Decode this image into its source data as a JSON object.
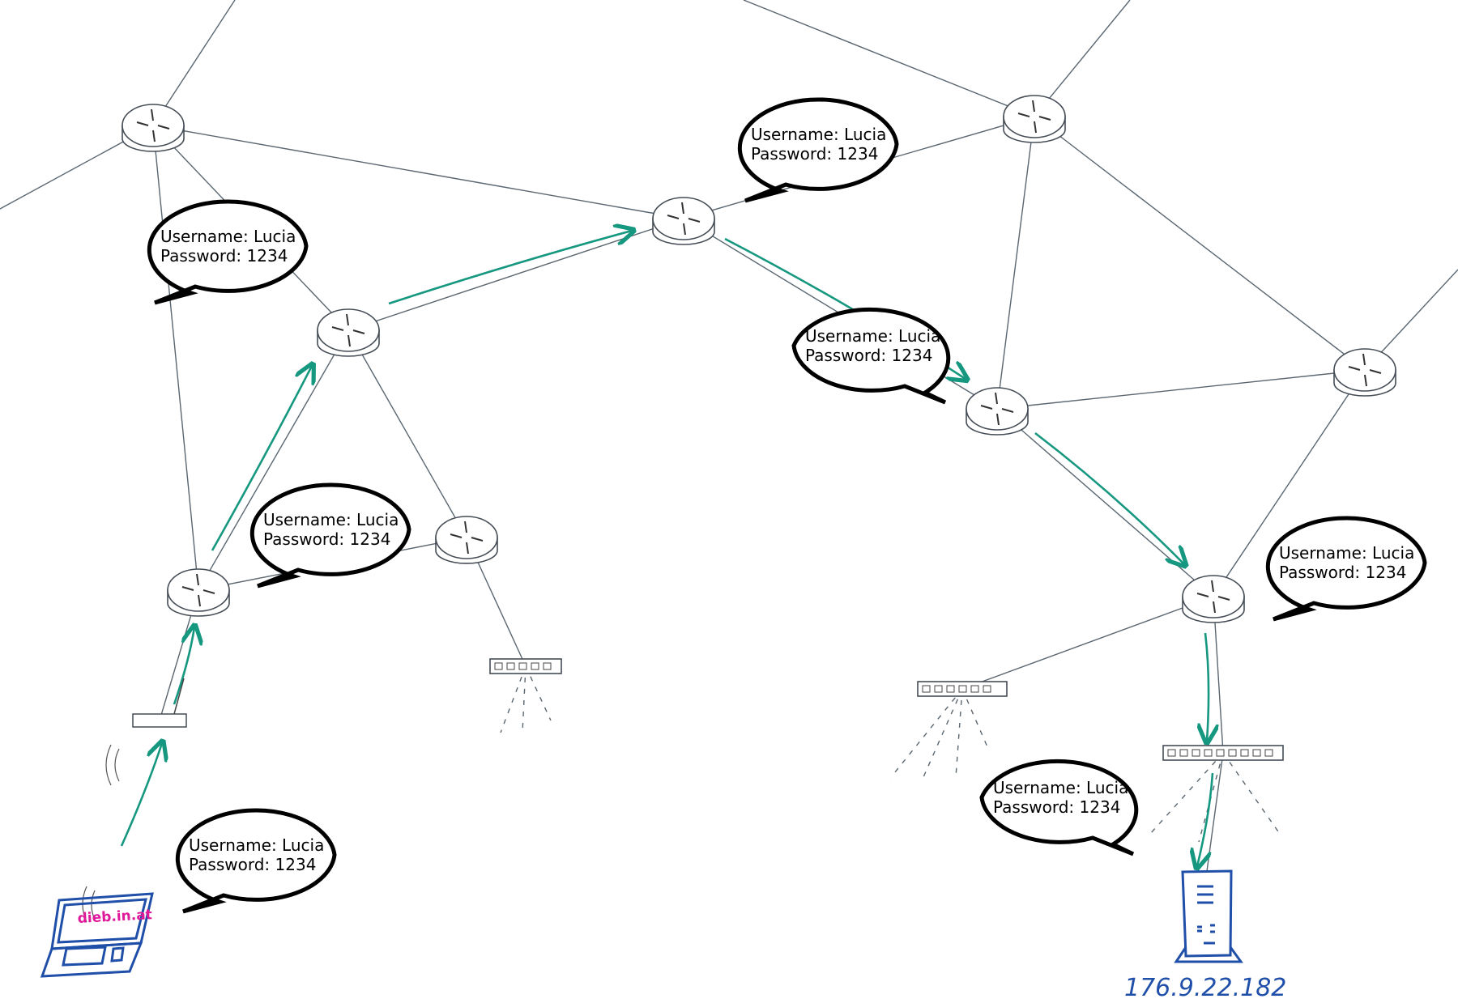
{
  "diagram": {
    "title": "Unencrypted credentials passing through network hops",
    "credential_bubble": {
      "username_line": "Username: Lucia",
      "password_line": "Password: 1234"
    },
    "laptop_screen_text": "dieb.in.at",
    "server_ip": "176.9.22.182",
    "colors": {
      "arrow": "#16977f",
      "device": "#1f4fa8",
      "screen_text": "#e0189a",
      "links": "#5a6670"
    }
  }
}
